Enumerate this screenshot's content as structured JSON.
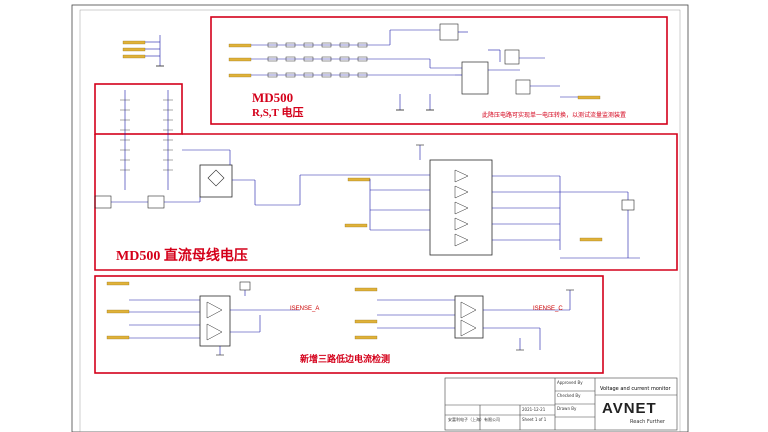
{
  "sections": {
    "rst": {
      "title": "MD500",
      "subtitle": "R,S,T 电压",
      "note": "此降压电路可实现单一电压转换，以测试流量监测装置"
    },
    "dc_bus": {
      "title": "MD500 直流母线电压"
    },
    "current": {
      "title": "新增三路低边电流检测",
      "tag_left": "ISENSE_A",
      "tag_right": "ISENSE_C"
    }
  },
  "title_block": {
    "project_line": "Voltage and current monitor",
    "company_cn": "安富利电子（上海）有限公司",
    "approved_label": "Approved By",
    "checked_label": "Checked By",
    "drawn_label": "Drawn By",
    "date_value": "2021-12-21",
    "sheet_value": "Sheet 1 of 1",
    "logo": "AVNET",
    "slogan": "Reach Further"
  },
  "colors": {
    "frame_red": "#d4001a",
    "wire_blue": "#1a1aa8",
    "net_label_fill": "#e0b23a",
    "component": "#2a2a2a"
  }
}
